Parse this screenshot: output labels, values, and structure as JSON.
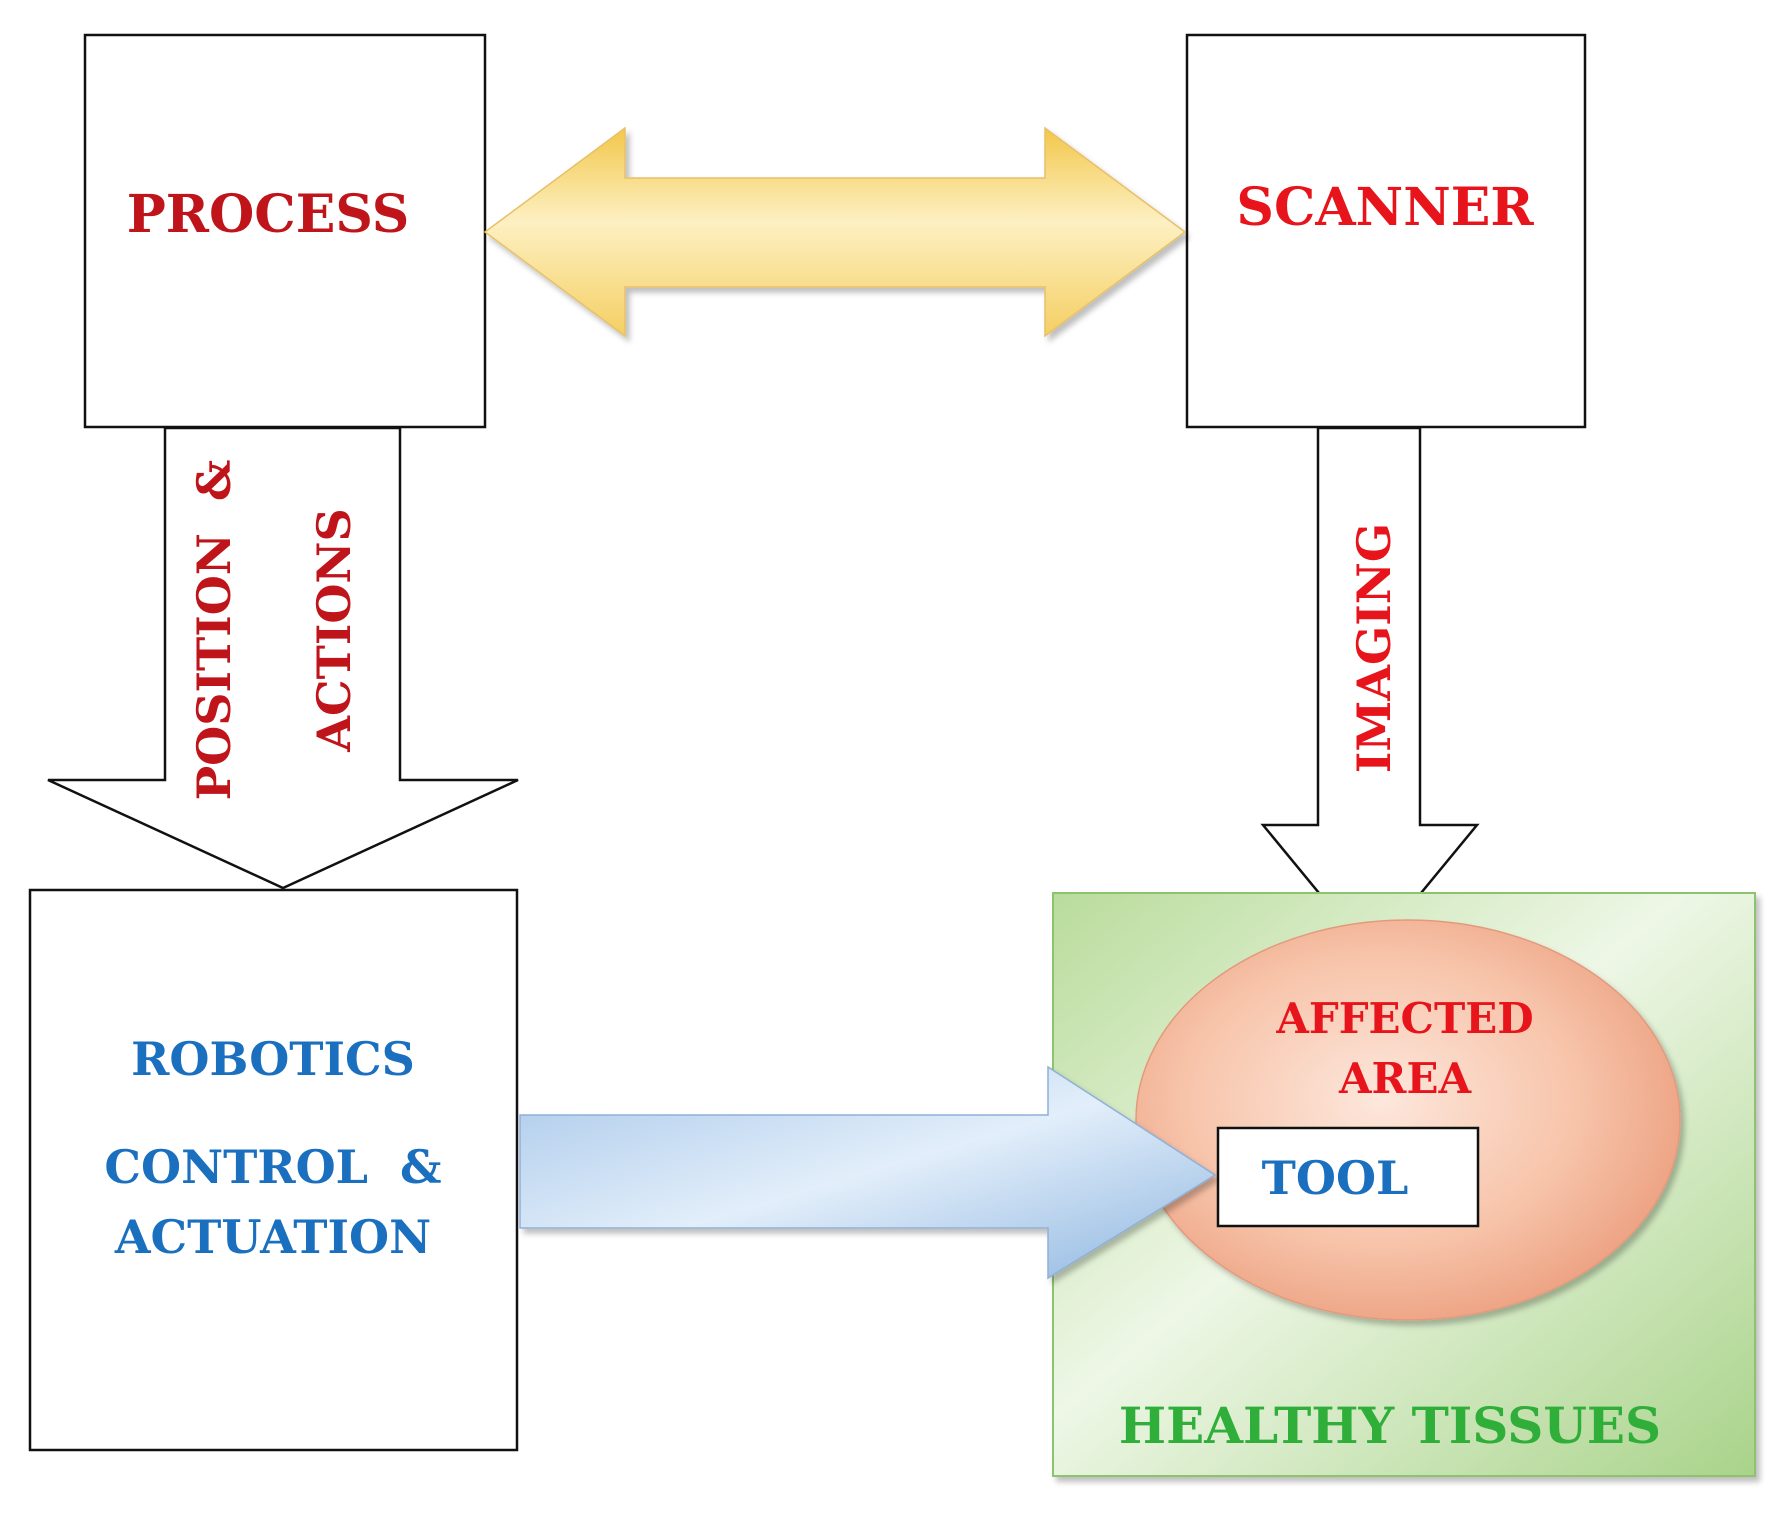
{
  "colors": {
    "process_text": "#c0141b",
    "scanner_text": "#e8141b",
    "blue_text": "#1a6fbf",
    "green_text": "#2fae3a",
    "box_stroke": "#111111",
    "double_arrow_fill": "#f8dc86",
    "blue_arrow_fill": "#b8d4ef",
    "healthy_fill": "#cfe6be",
    "affected_fill": "#f6c4ad"
  },
  "process": {
    "label": "PROCESS"
  },
  "scanner": {
    "label": "SCANNER"
  },
  "position_arrow": {
    "line1": "POSITION  &",
    "line2": "ACTIONS"
  },
  "imaging_arrow": {
    "label": "IMAGING"
  },
  "robotics": {
    "line1": "ROBOTICS",
    "line2": "CONTROL  &",
    "line3": "ACTUATION"
  },
  "affected_area": {
    "line1": "AFFECTED",
    "line2": "AREA"
  },
  "tool": {
    "label": "TOOL"
  },
  "healthy_tissues": {
    "label": "HEALTHY TISSUES"
  }
}
